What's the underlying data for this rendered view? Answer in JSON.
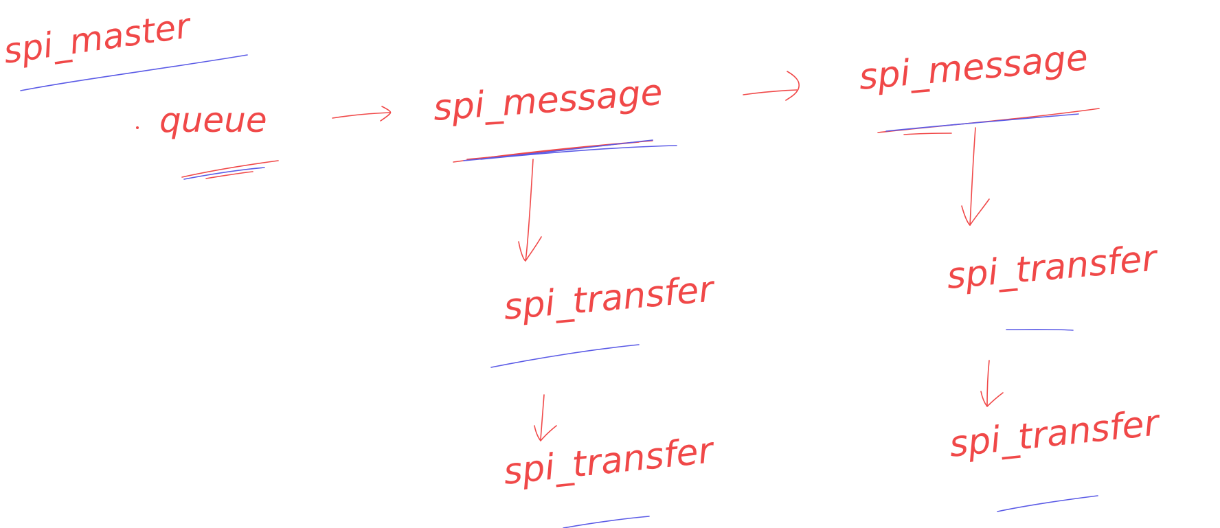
{
  "colors": {
    "ink_red": "#f04848",
    "ink_blue": "#5a5ae6",
    "background": "#ffffff"
  },
  "nodes": {
    "spi_master": "spi_master",
    "queue": "queue",
    "msg1": "spi_message",
    "msg2": "spi_message",
    "msg1_transfer1": "spi_transfer",
    "msg1_transfer2": "spi_transfer",
    "msg2_transfer1": "spi_transfer",
    "msg2_transfer2": "spi_transfer"
  },
  "edges": [
    {
      "from": "queue",
      "to": "msg1",
      "kind": "next"
    },
    {
      "from": "msg1",
      "to": "msg2",
      "kind": "next"
    },
    {
      "from": "msg1",
      "to": "msg1_transfer1",
      "kind": "contains"
    },
    {
      "from": "msg1_transfer1",
      "to": "msg1_transfer2",
      "kind": "next"
    },
    {
      "from": "msg2",
      "to": "msg2_transfer1",
      "kind": "contains"
    },
    {
      "from": "msg2_transfer1",
      "to": "msg2_transfer2",
      "kind": "next"
    }
  ]
}
